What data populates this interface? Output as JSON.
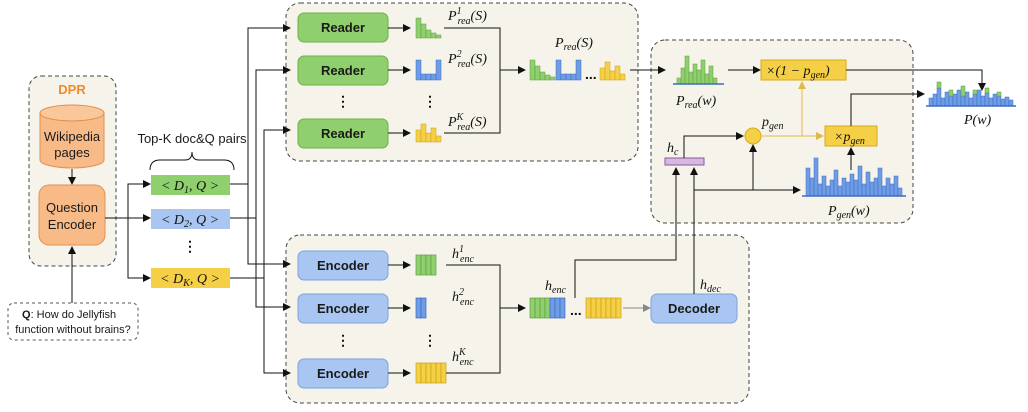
{
  "dpr": {
    "title": "DPR",
    "wiki_line1": "Wikipedia",
    "wiki_line2": "pages",
    "qenc_line1": "Question",
    "qenc_line2": "Encoder"
  },
  "question": {
    "label": "Q",
    "text_line1": ": How do Jellyfish",
    "text_line2": "function without brains?"
  },
  "pairs": {
    "header": "Top-K doc&Q pairs",
    "p1": "< D",
    "p1_sub": "1",
    "p2": "< D",
    "p2_sub": "2",
    "pk": "< D",
    "pk_sub": "K",
    "tail": ", Q >"
  },
  "reader": {
    "label": "Reader",
    "p_main": "P",
    "p_sub": "rea",
    "p_arg": "(S)",
    "sup1": "1",
    "sup2": "2",
    "supk": "K",
    "agg_label": "P",
    "agg_sub": "rea",
    "agg_arg": "(S)"
  },
  "encoder": {
    "label": "Encoder",
    "h": "h",
    "h_sub": "enc",
    "sup1": "1",
    "sup2": "2",
    "supk": "K",
    "agg_h": "h",
    "agg_sub": "enc"
  },
  "decoder": {
    "label": "Decoder",
    "h": "h",
    "h_sub": "dec"
  },
  "output": {
    "prea_w": "P",
    "prea_sub": "rea",
    "prea_arg": "(w)",
    "pgen_w": "P",
    "pgen_sub": "gen",
    "pgen_arg": "(w)",
    "hc": "h",
    "hc_sub": "c",
    "pgen": "p",
    "pgen_sub2": "gen",
    "one_minus": "×(1 − p",
    "one_minus_sub": "gen",
    "one_minus_close": ")",
    "times": "×p",
    "times_sub": "gen",
    "final": "P(w)"
  },
  "ellipsis": "⋮",
  "hdots": "...",
  "colors": {
    "green": "#8fcf6e",
    "green_fill": "#9fd67f",
    "blue": "#8fb3ec",
    "blue_bar": "#6f9ce6",
    "yellow": "#f5cf45",
    "orange": "#f8bb87",
    "purple": "#d6b8e3",
    "panel": "#f6f3ea",
    "gold_arrow": "#e1b94a"
  },
  "icons": {
    "green_bars": "green-histogram-icon",
    "blue_bars": "blue-histogram-icon",
    "yellow_bars": "yellow-histogram-icon"
  }
}
